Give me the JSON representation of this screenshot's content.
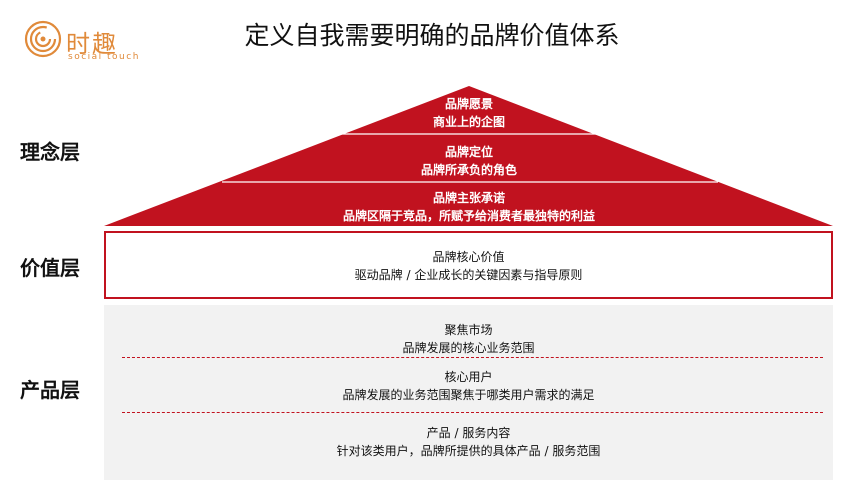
{
  "logo": {
    "name": "时趣",
    "tagline": "social touch"
  },
  "title": "定义自我需要明确的品牌价值体系",
  "layers": {
    "concept": "理念层",
    "value": "价值层",
    "product": "产品层"
  },
  "pyramid": [
    {
      "title": "品牌愿景",
      "desc": "商业上的企图"
    },
    {
      "title": "品牌定位",
      "desc": "品牌所承负的角色"
    },
    {
      "title": "品牌主张承诺",
      "desc": "品牌区隔于竞品，所赋予给消费者最独特的利益"
    }
  ],
  "value_box": {
    "title": "品牌核心价值",
    "desc": "驱动品牌 / 企业成长的关键因素与指导原则"
  },
  "product_items": [
    {
      "title": "聚焦市场",
      "desc": "品牌发展的核心业务范围"
    },
    {
      "title": "核心用户",
      "desc": "品牌发展的业务范围聚焦于哪类用户需求的满足"
    },
    {
      "title": "产品 / 服务内容",
      "desc": "针对该类用户，品牌所提供的具体产品 / 服务范围"
    }
  ],
  "colors": {
    "accent": "#c1121f",
    "logo": "#e08a3a",
    "product_bg": "#f2f2f2"
  }
}
